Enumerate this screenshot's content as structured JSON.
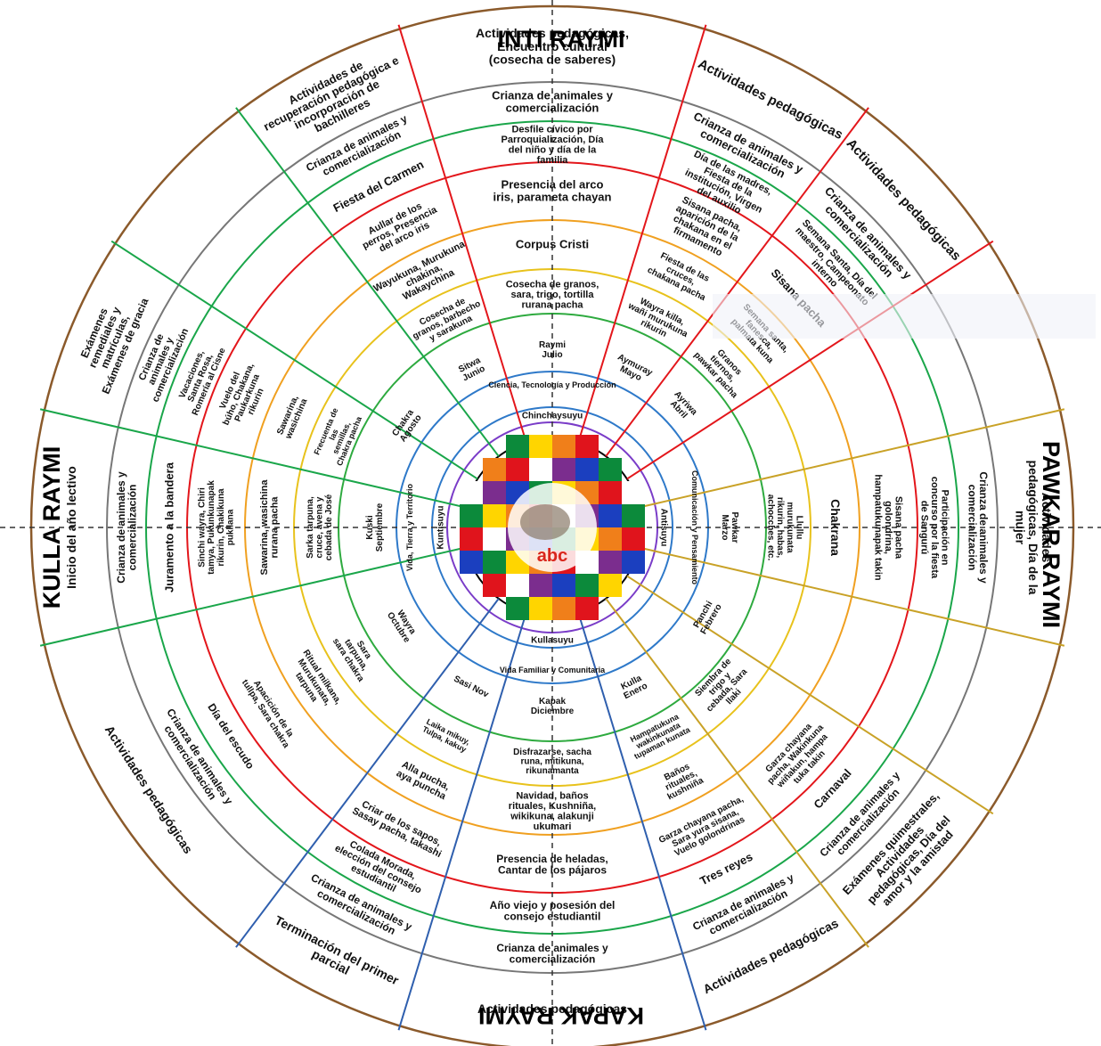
{
  "seasons": {
    "top": "INTI RAYMI",
    "right": "PAWKAR RAYMI",
    "bottom": "KAPAK RAYMI",
    "left": "KULLA RAYMI"
  },
  "colors": {
    "ring_outer": "#8B5A2B",
    "ring_gray": "#777777",
    "ring_green": "#1aa64a",
    "ring_red": "#e3161b",
    "ring_orange": "#f0a020",
    "ring_yellow": "#e8c21c",
    "ring_green2": "#2eaa3f",
    "ring_blue": "#2e79c9",
    "ring_purple": "#7a3cc8",
    "ring_black": "#000000",
    "spoke_red": "#e3161b",
    "spoke_green": "#1aa64a",
    "spoke_gold": "#c9a227",
    "spoke_blue": "#2f5fae"
  },
  "center": {
    "logo_text": "abc",
    "wiphala": [
      "#7b2d8e",
      "#1b3fbf",
      "#0c8a3b",
      "#ffd500",
      "#f07f1a",
      "#e0141c",
      "#ffffff"
    ]
  },
  "quadrant_labels": {
    "inner_top": "Chinchaysuyu",
    "inner_right": "Antisuyu",
    "inner_bottom": "Kullasuyu",
    "inner_left": "Kuntisuyu",
    "area_top": "Ciencia, Tecnología y Producción",
    "area_right": "Comunicación y Pensamiento",
    "area_bottom": "Vida Familiar y Comunitaria",
    "area_left": "Vida, Tierra y Territorio"
  },
  "months": [
    "Raymi Julio",
    "Sitwa Junio",
    "Aymuray Mayo",
    "Ayriwa Abril",
    "Pawkar Marzo",
    "Panchi Febrero",
    "Kulla Enero",
    "Kapak Diciembre",
    "Sasi Nov",
    "Wayra Octubre",
    "Kuski Septiembre",
    "Chakra Agosto"
  ],
  "texts": {
    "jul_activities": "Actividades pedagógicas, Encuentro cultural (cosecha de saberes)",
    "jul_crianza": "Crianza de animales y comercialización",
    "jul_desfile": "Desfile cívico por Parroquialización, Día del niño y día de la familia",
    "jul_arco": "Presencia del arco iris, parameta chayan",
    "jul_corpus": "Corpus Cristi",
    "jul_cosecha": "Cosecha de granos, sara, trigo, tortilla rurana pacha",
    "jun_act": "Actividades pedagógicas",
    "jun_crianza": "Crianza de animales y comercialización",
    "jun_madres": "Día de las madres, Fiesta de la institución, Virgen del auxilio",
    "jun_sisana": "Sisana pacha, aparición de la chakana en el firmamento",
    "jun_fiesta": "Fiesta de las cruces, chakana pacha",
    "jun_wayra": "Wayra killa, wañi murukuna rikurin",
    "may_act": "Actividades pedagógicas",
    "may_crianza": "Crianza de animales y comercialización",
    "may_semana": "Semana Santa, Día del maestro, Campeonato interno",
    "may_sisana": "Sisana pacha",
    "may_semana2": "Semana santa, fanesca, palmata kuna",
    "may_granos": "Granos tiernos, pawkar pacha",
    "mar_act": "Actividades pedagógicas, Día de la mujer",
    "mar_crianza": "Crianza de animales y comercialización",
    "mar_part": "Participación en concurso por la fiesta de Sangurú",
    "mar_sisana": "Sisana pacha golondrina, hampatukunapak takin",
    "mar_chakrana": "Chakrana",
    "mar_llullu": "Llullu murukunata rikurin, habas, achocches, etc.",
    "feb_exam": "Exámenes quimestrales, Actividades pedagógicas, Día del amor y la amistad",
    "feb_crianza": "Crianza de animales y comercialización",
    "feb_carnaval": "Carnaval",
    "feb_garza": "Garza chayana pacha, Wakinkuna wiñakun, hampa tuka takin",
    "feb_siembra": "Siembra de trigo y cebada, Sara llaki",
    "ene_act": "Actividades pedagógicas",
    "ene_crianza": "Crianza de animales y comercialización",
    "ene_reyes": "Tres reyes",
    "ene_garza": "Garza chayana pacha, Sara yura sisana, Vuelo golondrinas",
    "ene_banos": "Baños rituales, kushniña",
    "ene_hampa": "Hampatukuna wakinkunata tupaman kunata",
    "dic_act": "Actividades pedagógicas",
    "dic_crianza": "Crianza de animales y comercialización",
    "dic_ano": "Año viejo y posesión del consejo estudiantil",
    "dic_heladas": "Presencia de heladas, Cantar de los pájaros",
    "dic_navidad": "Navidad, baños rituales, Kushniña, wikikuna, alakunji ukumari",
    "dic_disfrazan": "Disfrazarse, sacha runa, mitikuna, rikunamanta",
    "nov_term": "Terminación del primer parcial",
    "nov_crianza": "Crianza de animales y comercialización",
    "nov_colada": "Colada Morada, elección del consejo estudiantil",
    "nov_criar": "Criar de los sapos, Sasay pacha, takashi",
    "nov_alla": "Alla pucha, aya puncha",
    "nov_laika": "Laika mikuy, Tulpa, kakuy",
    "oct_act": "Actividades pedagógicas",
    "oct_crianza": "Crianza de animales y comercialización",
    "oct_escudo": "Día del escudo",
    "oct_apacion": "Apacición de la tullpa, Sara chakra",
    "oct_ritual": "Ritual milkana, Murukunata, tarpuna",
    "oct_sara": "Sara tarpuna, sara chakra",
    "sep_act": "Inicio del año lectivo",
    "sep_crianza": "Crianza de animales y comercialización",
    "sep_jura": "Juramento a la bandera",
    "sep_sinchi": "Sinchi wayra, Chiri tamya, Pukunkunapak rikurin, Chakikuna pukllana",
    "sep_sawarina": "Sawarina, wasichina rurana pacha",
    "sep_sarka": "Sarka tarpuna, cruce, avena y cebada de José",
    "ago_exam": "Exámenes remediales y matrículas, Exámenes de gracia",
    "ago_crianza": "Crianza de animales y comercialización",
    "ago_vacaciones": "Vacaciones, Santa Rosa, Romería al Cisne",
    "ago_vuelo": "Vuelo del búho, Chakana, Paukarkuna rikurin",
    "ago_sawarina": "Sawarina, wasichina",
    "ago_frequenta": "Frecuenta de las semillas, Chakra pacha",
    "jl2_act": "Actividades de recuperación pedagógica e incorporación de bachilleres",
    "jl2_crianza": "Crianza de animales y comercialización",
    "jl2_carmen": "Fiesta del Carmen",
    "jl2_aullar": "Aullar de los perros, Presencia del arco iris",
    "jl2_wayu": "Wayukuna, Murukuna chakina, Wakaychina",
    "jl2_cosecha": "Cosecha de granos, barbecho y sarakuna"
  }
}
